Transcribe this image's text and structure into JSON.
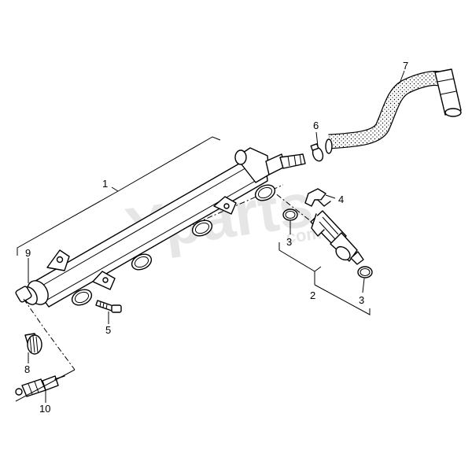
{
  "watermark": {
    "text": "Yparts",
    "subtext": "com"
  },
  "callouts": {
    "c1": "1",
    "c2": "2",
    "c3a": "3",
    "c3b": "3",
    "c4": "4",
    "c5": "5",
    "c6": "6",
    "c7": "7",
    "c8": "8",
    "c9": "9",
    "c10": "10"
  }
}
